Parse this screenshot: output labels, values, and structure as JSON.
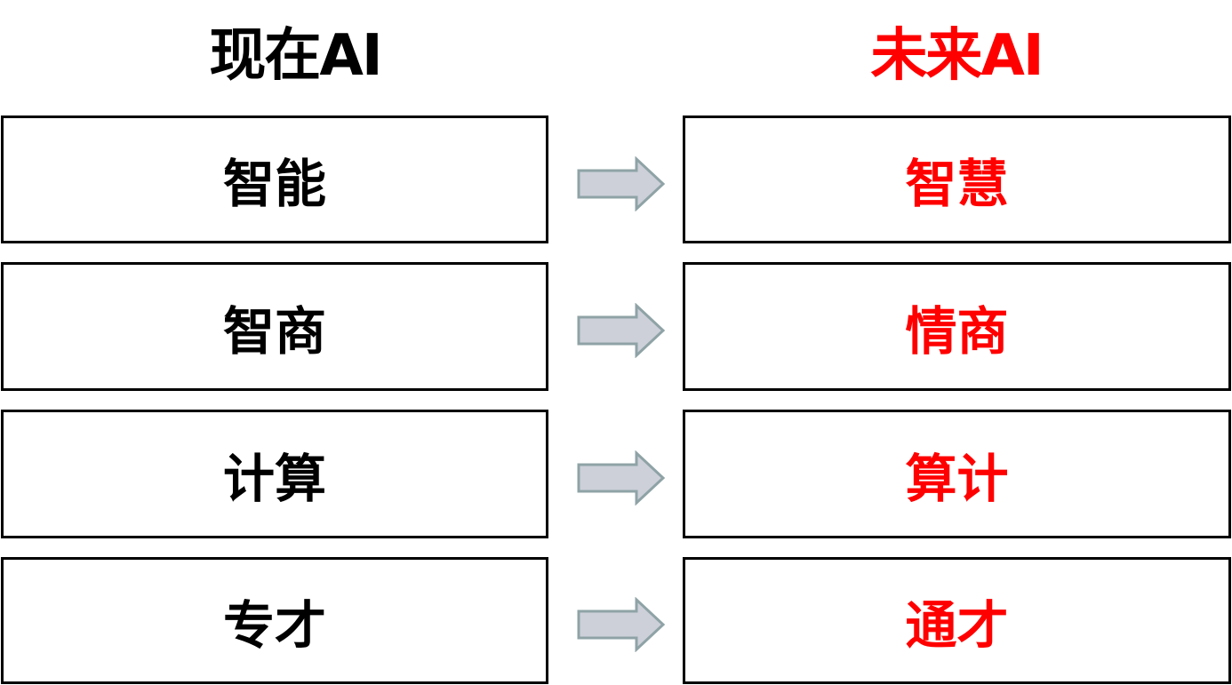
{
  "headings": {
    "left": "现在AI",
    "right": "未来AI"
  },
  "rows": [
    {
      "current": "智能",
      "future": "智慧"
    },
    {
      "current": "智商",
      "future": "情商"
    },
    {
      "current": "计算",
      "future": "算计"
    },
    {
      "current": "专才",
      "future": "通才"
    }
  ],
  "colors": {
    "current_text": "#000000",
    "future_text": "#ff0000",
    "arrow_fill": "#cdd0d9",
    "arrow_stroke": "#8fa3a6",
    "box_border": "#000000"
  },
  "icons": {
    "arrow": "right-arrow-icon"
  }
}
